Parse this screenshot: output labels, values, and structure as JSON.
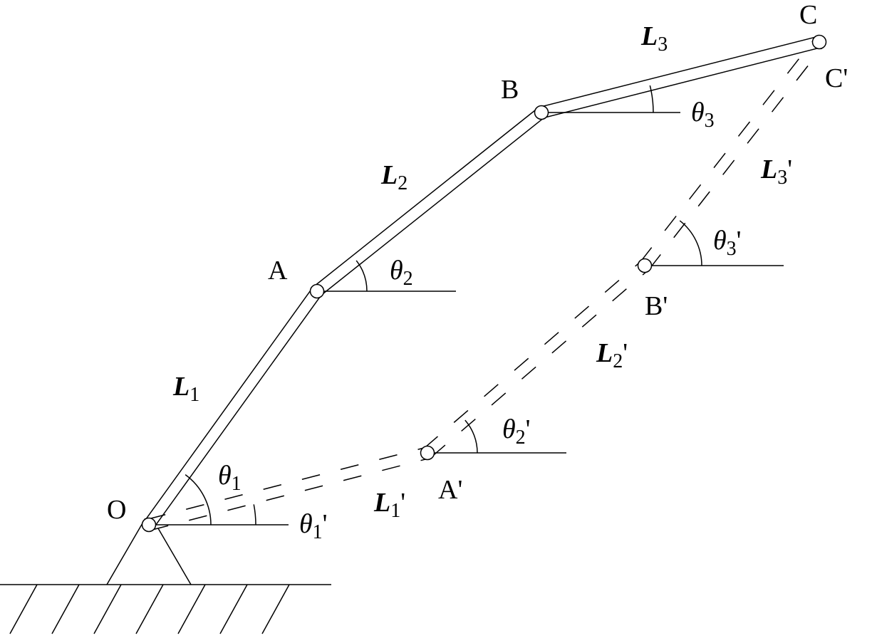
{
  "title": "Three-link arm kinematic diagram",
  "points": {
    "O": {
      "base": "O",
      "prime": ""
    },
    "A": {
      "base": "A",
      "prime": ""
    },
    "B": {
      "base": "B",
      "prime": ""
    },
    "C": {
      "base": "C",
      "prime": ""
    },
    "A_p": {
      "base": "A",
      "prime": "'"
    },
    "B_p": {
      "base": "B",
      "prime": "'"
    },
    "C_p": {
      "base": "C",
      "prime": "'"
    }
  },
  "links": {
    "L1": {
      "base": "L",
      "sub": "1",
      "prime": ""
    },
    "L2": {
      "base": "L",
      "sub": "2",
      "prime": ""
    },
    "L3": {
      "base": "L",
      "sub": "3",
      "prime": ""
    },
    "L1_p": {
      "base": "L",
      "sub": "1",
      "prime": "'"
    },
    "L2_p": {
      "base": "L",
      "sub": "2",
      "prime": "'"
    },
    "L3_p": {
      "base": "L",
      "sub": "3",
      "prime": "'"
    }
  },
  "angles": {
    "t1": {
      "base": "θ",
      "sub": "1",
      "prime": ""
    },
    "t2": {
      "base": "θ",
      "sub": "2",
      "prime": ""
    },
    "t3": {
      "base": "θ",
      "sub": "3",
      "prime": ""
    },
    "t1_p": {
      "base": "θ",
      "sub": "1",
      "prime": "'"
    },
    "t2_p": {
      "base": "θ",
      "sub": "2",
      "prime": "'"
    },
    "t3_p": {
      "base": "θ",
      "sub": "3",
      "prime": "'"
    }
  }
}
